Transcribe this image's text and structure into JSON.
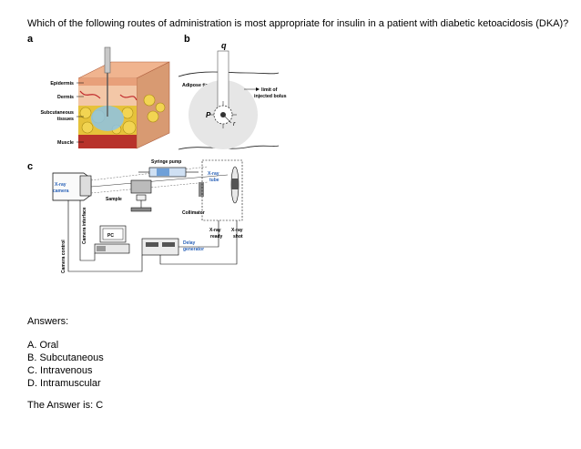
{
  "question": "Which of the following routes of administration is most appropriate for insulin in a patient with diabetic ketoacidosis (DKA)?",
  "figure": {
    "panel_a": {
      "letter": "a",
      "labels": {
        "epidermis": "Epidermis",
        "dermis": "Dermis",
        "subcutaneous_1": "Subcutaneous",
        "subcutaneous_2": "tissues",
        "muscle": "Muscle"
      }
    },
    "panel_b": {
      "letter": "b",
      "labels": {
        "q": "q",
        "adipose": "Adipose tissue",
        "limit_1": "limit of",
        "limit_2": "injected bolus",
        "p": "P",
        "r": "r"
      }
    },
    "panel_c": {
      "letter": "c",
      "labels": {
        "syringe_pump": "Syringe pump",
        "xray_camera_1": "X-ray",
        "xray_camera_2": "camera",
        "sample": "Sample",
        "xray_tube_1": "X-ray",
        "xray_tube_2": "tube",
        "collimator": "Collimator",
        "camera_control": "Camera control",
        "camera_interface": "Camera interface",
        "pc": "PC",
        "delay_gen_1": "Delay",
        "delay_gen_2": "generator",
        "xray_ready_1": "X-ray",
        "xray_ready_2": "ready",
        "xray_shot_1": "X-ray",
        "xray_shot_2": "shot"
      }
    }
  },
  "answers_heading": "Answers:",
  "options": [
    "A. Oral",
    "B. Subcutaneous",
    "C. Intravenous",
    "D. Intramuscular"
  ],
  "answer": "The Answer is: C",
  "colors": {
    "skin": "#e8a07a",
    "dermis": "#f3c7a7",
    "fat": "#e6c23a",
    "blood": "#c0282a",
    "bolus": "#8cc3e6",
    "label_blue": "#2a62b8"
  }
}
